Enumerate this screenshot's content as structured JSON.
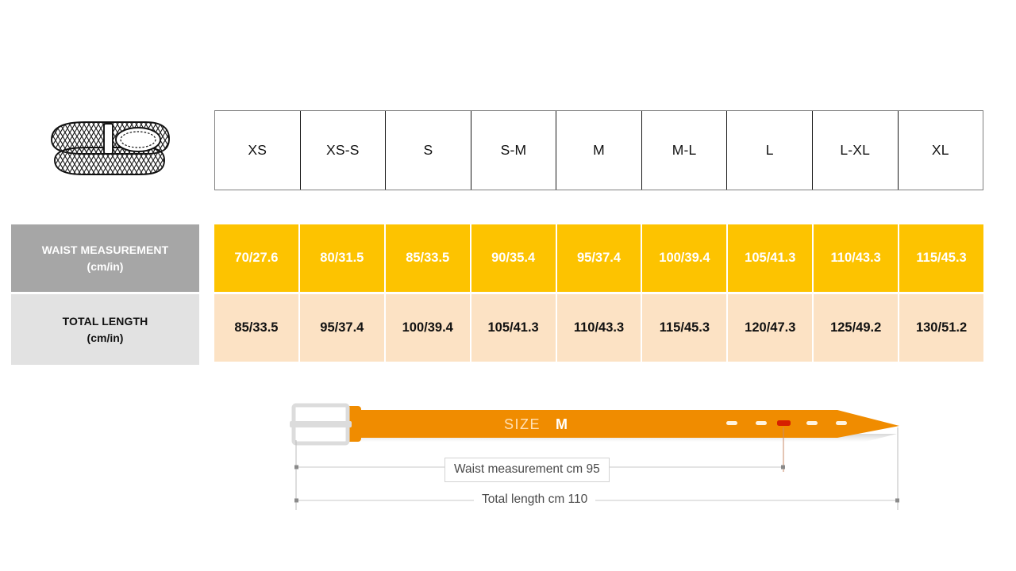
{
  "product": {
    "icon_name": "woven-belt-illustration"
  },
  "table": {
    "sizes": [
      "XS",
      "XS-S",
      "S",
      "S-M",
      "M",
      "M-L",
      "L",
      "L-XL",
      "XL"
    ],
    "rows": [
      {
        "label_line1": "WAIST MEASUREMENT",
        "label_line2": "(cm/in)",
        "values": [
          "70/27.6",
          "80/31.5",
          "85/33.5",
          "90/35.4",
          "95/37.4",
          "100/39.4",
          "105/41.3",
          "110/43.3",
          "115/45.3"
        ]
      },
      {
        "label_line1": "TOTAL LENGTH",
        "label_line2": "(cm/in)",
        "values": [
          "85/33.5",
          "95/37.4",
          "100/39.4",
          "105/41.3",
          "110/43.3",
          "115/45.3",
          "120/47.3",
          "125/49.2",
          "130/51.2"
        ]
      }
    ]
  },
  "diagram": {
    "size_word": "SIZE",
    "size_value": "M",
    "waist_dimension": "Waist measurement cm 95",
    "total_dimension": "Total length cm 110",
    "holes_count": 5,
    "active_hole_index": 2
  },
  "colors": {
    "waist_row_bg": "#FDC300",
    "length_row_bg": "#FCE2C4",
    "waist_label_bg": "#A6A6A6",
    "length_label_bg": "#E2E2E2",
    "belt_strap": "#F08C00",
    "active_hole": "#D62000",
    "buckle": "#DCDCDC"
  }
}
